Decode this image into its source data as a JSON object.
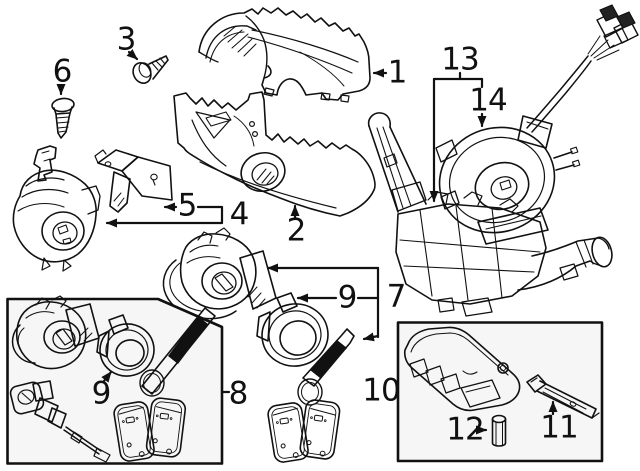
{
  "diagram": {
    "description": "Exploded parts diagram - steering column: shrouds, ignition lock, switches, keys",
    "colors": {
      "background": "#ffffff",
      "line": "#111111",
      "box_fill": "#f6f6f6",
      "key_blade_fill": "#111111"
    },
    "callouts": {
      "c1": "1",
      "c2": "2",
      "c3": "3",
      "c4": "4",
      "c5": "5",
      "c6": "6",
      "c7": "7",
      "c8": "8",
      "c9a": "9",
      "c9b": "9",
      "c10": "10",
      "c11": "11",
      "c12": "12",
      "c13": "13",
      "c14": "14"
    }
  }
}
